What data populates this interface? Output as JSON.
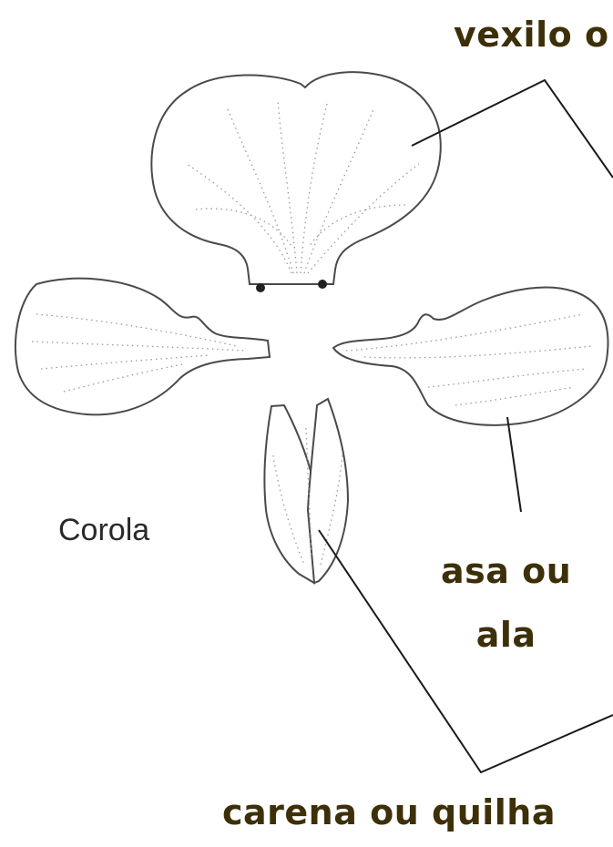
{
  "labels": {
    "vexilo": "vexilo o",
    "asa_line1": "asa ou",
    "asa_line2": "ala",
    "corola": "Corola",
    "carena": "carena ou quilha"
  },
  "colors": {
    "term_text": "#3d2f08",
    "corola_text": "#2a2a2a",
    "outline": "#4a4a4a",
    "leader_line": "#1a1a1a"
  }
}
